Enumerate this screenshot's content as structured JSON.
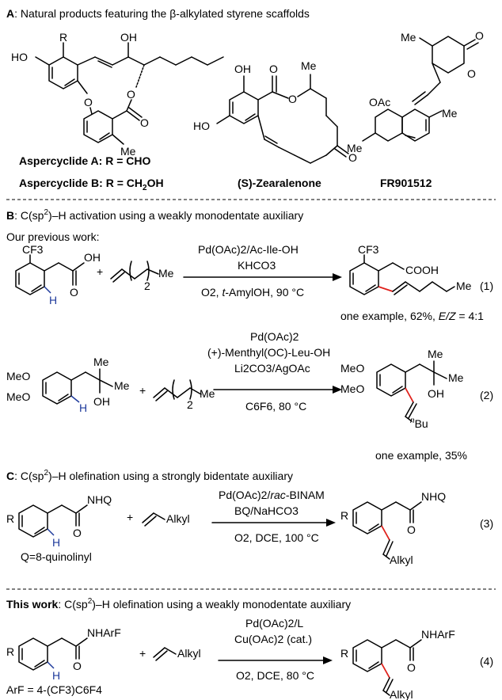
{
  "sectionA": {
    "letter": "A",
    "title": ": Natural products featuring the β-alkylated styrene scaffolds",
    "names": {
      "aspercyclideA": "Aspercyclide A: R = CHO",
      "aspercyclideB_pre": "Aspercyclide B: R = CH",
      "aspercyclideB_sub": "2",
      "aspercyclideB_post": "OH",
      "zearalenone": "(S)-Zearalenone",
      "fr": "FR901512"
    },
    "atoms": {
      "R": "R",
      "HO": "HO",
      "OH": "OH",
      "O": "O",
      "Me": "Me",
      "OAc": "OAc"
    }
  },
  "sectionB": {
    "letter": "B",
    "title_pre": ": C(sp",
    "title_sup": "2",
    "title_post": ")–H activation using a weakly monodentate auxiliary",
    "previous": "Our previous work:",
    "eq1": {
      "cond_top": "Pd(OAc)2/Ac-Ile-OH",
      "cond_mid": "KHCO3",
      "cond_bot_pre": "O2, ",
      "cond_bot_it": "t",
      "cond_bot_post": "-AmylOH, 90 °C",
      "number": "(1)",
      "result_pre": "one example, 62%, ",
      "result_it": "E/Z",
      "result_post": " = 4:1",
      "cf3": "CF3",
      "cooh": "COOH",
      "oh": "OH",
      "h": "H",
      "me": "Me",
      "plus": "+",
      "sub2": "2"
    },
    "eq2": {
      "cond_1": "Pd(OAc)2",
      "cond_2": "(+)-Menthyl(OC)-Leu-OH",
      "cond_3": "Li2CO3/AgOAc",
      "cond_4": "C6F6, 80 °C",
      "number": "(2)",
      "result": "one example, 35%",
      "meo": "MeO",
      "me": "Me",
      "oh": "OH",
      "h": "H",
      "nbu_sup": "n",
      "nbu": "Bu",
      "plus": "+",
      "sub2": "2"
    }
  },
  "sectionC": {
    "letter": "C",
    "title_pre": ": C(sp",
    "title_sup": "2",
    "title_post": ")–H olefination using a strongly bidentate auxiliary",
    "eq3": {
      "cond_top_pre": "Pd(OAc)2/",
      "cond_top_it": "rac",
      "cond_top_post": "-BINAM",
      "cond_mid": "BQ/NaHCO3",
      "cond_bot": "O2, DCE, 100 °C",
      "number": "(3)",
      "q_def": "Q=8-quinolinyl",
      "nhq": "NHQ",
      "r": "R",
      "o": "O",
      "h": "H",
      "alkyl": "Alkyl",
      "plus": "+"
    }
  },
  "sectionD": {
    "bold": "This work",
    "title_pre": ": C(sp",
    "title_sup": "2",
    "title_post": ")–H olefination using a weakly monodentate auxiliary",
    "eq4": {
      "cond_top": "Pd(OAc)2/L",
      "cond_mid": "Cu(OAc)2 (cat.)",
      "cond_bot": "O2, DCE, 80 °C",
      "number": "(4)",
      "arf_def": "ArF = 4-(CF3)C6F4",
      "nharf": "NHArF",
      "r": "R",
      "o": "O",
      "h": "H",
      "alkyl": "Alkyl",
      "plus": "+"
    }
  },
  "colors": {
    "highlight_h": "#1f3b9c",
    "new_bond": "#e0201b",
    "text": "#000000"
  }
}
